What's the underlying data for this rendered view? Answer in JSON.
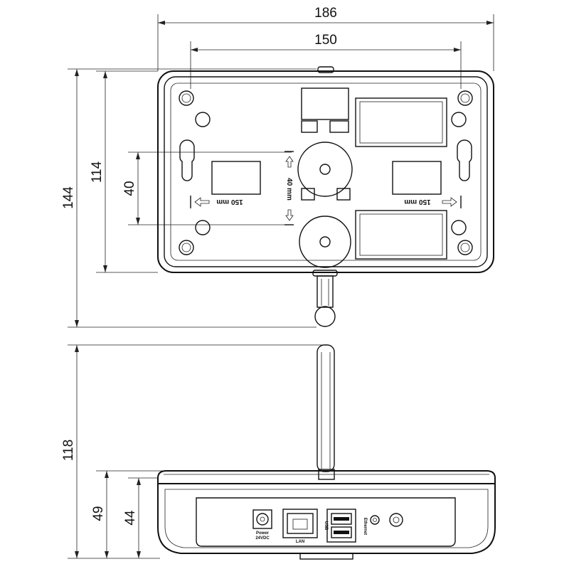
{
  "top_view": {
    "width_outer": "186",
    "width_holes": "150",
    "height_outer": "144",
    "height_holes": "114",
    "hole_spacing": "40",
    "label_40mm": "40 mm",
    "label_150mm_left": "150 mm",
    "label_150mm_right": "150 mm"
  },
  "front_view": {
    "height_antenna": "118",
    "height_body": "49",
    "height_base": "44",
    "port_power": "Power",
    "port_power_volt": "24VDC",
    "port_lan": "LAN",
    "port_usb": "USB",
    "port_ethernet": "Ethernet"
  }
}
